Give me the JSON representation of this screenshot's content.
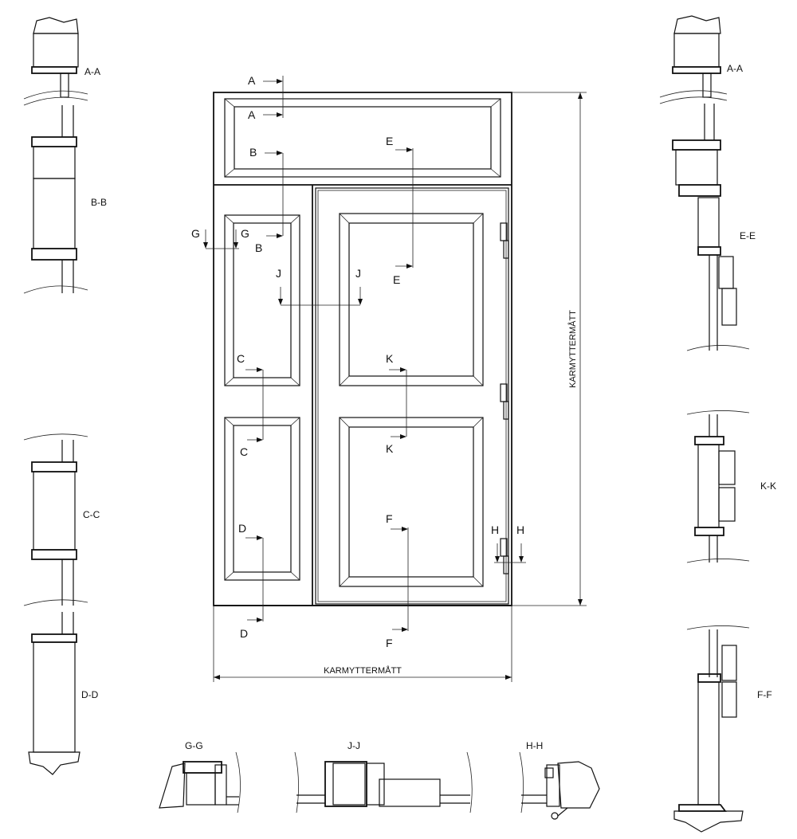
{
  "dimensions": {
    "width_label": "KARMYTTERMÅTT",
    "height_label": "KARMYTTERMÅTT"
  },
  "cut_markers": {
    "A": "A",
    "B": "B",
    "C": "C",
    "D": "D",
    "E": "E",
    "F": "F",
    "G": "G",
    "H": "H",
    "J": "J",
    "K": "K"
  },
  "sections": {
    "left_top_aa": "A-A",
    "left_bb": "B-B",
    "left_cc": "C-C",
    "left_dd": "D-D",
    "right_top_aa": "A-A",
    "right_ee": "E-E",
    "right_kk": "K-K",
    "right_ff": "F-F",
    "bottom_gg": "G-G",
    "bottom_jj": "J-J",
    "bottom_hh": "H-H"
  }
}
